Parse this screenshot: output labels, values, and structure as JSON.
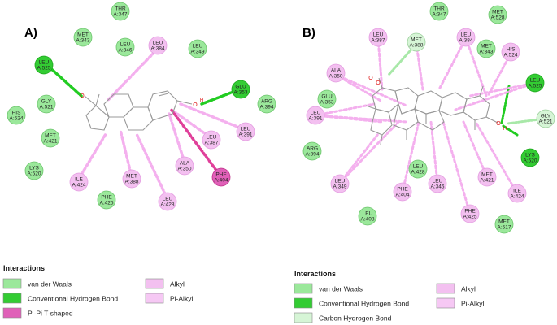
{
  "panels": [
    {
      "label": "A)",
      "residues": [
        {
          "id": "thr347",
          "l1": "THR",
          "l2": "A:347",
          "type": "vdw"
        },
        {
          "id": "met343",
          "l1": "MET",
          "l2": "A:343",
          "type": "vdw"
        },
        {
          "id": "leu346",
          "l1": "LEU",
          "l2": "A:346",
          "type": "vdw"
        },
        {
          "id": "leu384",
          "l1": "LEU",
          "l2": "A:384",
          "type": "alkyl"
        },
        {
          "id": "leu349",
          "l1": "LEU",
          "l2": "A:349",
          "type": "vdw"
        },
        {
          "id": "leu525",
          "l1": "LEU",
          "l2": "A:525",
          "type": "hbond"
        },
        {
          "id": "glu353",
          "l1": "GLU",
          "l2": "A:353",
          "type": "hbond"
        },
        {
          "id": "gly521",
          "l1": "GLY",
          "l2": "A:521",
          "type": "vdw"
        },
        {
          "id": "arg394",
          "l1": "ARG",
          "l2": "A:394",
          "type": "vdw"
        },
        {
          "id": "his524",
          "l1": "HIS",
          "l2": "A:524",
          "type": "vdw"
        },
        {
          "id": "met421",
          "l1": "MET",
          "l2": "A:421",
          "type": "vdw"
        },
        {
          "id": "leu387",
          "l1": "LEU",
          "l2": "A:387",
          "type": "alkyl"
        },
        {
          "id": "leu391",
          "l1": "LEU",
          "l2": "A:391",
          "type": "alkyl"
        },
        {
          "id": "lys520",
          "l1": "LYS",
          "l2": "A:520",
          "type": "vdw"
        },
        {
          "id": "ala350",
          "l1": "ALA",
          "l2": "A:350",
          "type": "alkyl"
        },
        {
          "id": "phe404",
          "l1": "PHE",
          "l2": "A:404",
          "type": "pipi"
        },
        {
          "id": "ile424",
          "l1": "ILE",
          "l2": "A:424",
          "type": "alkyl"
        },
        {
          "id": "met388",
          "l1": "MET",
          "l2": "A:388",
          "type": "alkyl"
        },
        {
          "id": "phe425",
          "l1": "PHE",
          "l2": "A:425",
          "type": "vdw"
        },
        {
          "id": "leu428",
          "l1": "LEU",
          "l2": "A:428",
          "type": "alkyl"
        }
      ],
      "atoms": {
        "o1": "O",
        "o2": "O",
        "h": "H"
      },
      "legend": {
        "title": "Interactions",
        "items": [
          {
            "label": "van der Waals",
            "type": "vdw"
          },
          {
            "label": "Conventional Hydrogen Bond",
            "type": "hbond"
          },
          {
            "label": "Pi-Pi T-shaped",
            "type": "pipi"
          },
          {
            "label": "Alkyl",
            "type": "alkyl"
          },
          {
            "label": "Pi-Alkyl",
            "type": "pialkyl"
          }
        ]
      }
    },
    {
      "label": "B)",
      "residues": [
        {
          "id": "thr347",
          "l1": "THR",
          "l2": "A:347",
          "type": "vdw"
        },
        {
          "id": "met528",
          "l1": "MET",
          "l2": "A:528",
          "type": "vdw"
        },
        {
          "id": "leu387",
          "l1": "LEU",
          "l2": "A:387",
          "type": "alkyl"
        },
        {
          "id": "met388",
          "l1": "MET",
          "l2": "A:388",
          "type": "ch"
        },
        {
          "id": "leu384",
          "l1": "LEU",
          "l2": "A:384",
          "type": "alkyl"
        },
        {
          "id": "met343",
          "l1": "MET",
          "l2": "A:343",
          "type": "vdw"
        },
        {
          "id": "his524",
          "l1": "HIS",
          "l2": "A:524",
          "type": "alkyl"
        },
        {
          "id": "ala350",
          "l1": "ALA",
          "l2": "A:350",
          "type": "alkyl"
        },
        {
          "id": "leu525",
          "l1": "LEU",
          "l2": "A:525",
          "type": "hbond"
        },
        {
          "id": "glu353",
          "l1": "GLU",
          "l2": "A:353",
          "type": "vdw"
        },
        {
          "id": "leu391",
          "l1": "LEU",
          "l2": "A:391",
          "type": "alkyl"
        },
        {
          "id": "gly521",
          "l1": "GLY",
          "l2": "A:521",
          "type": "ch"
        },
        {
          "id": "arg394",
          "l1": "ARG",
          "l2": "A:394",
          "type": "vdw"
        },
        {
          "id": "lys520",
          "l1": "LYS",
          "l2": "A:520",
          "type": "hbond"
        },
        {
          "id": "leu428",
          "l1": "LEU",
          "l2": "A:428",
          "type": "vdw"
        },
        {
          "id": "leu384b",
          "l1": "LEU",
          "l2": "A:384",
          "type": "alkyl"
        },
        {
          "id": "leu349",
          "l1": "LEU",
          "l2": "A:349",
          "type": "alkyl"
        },
        {
          "id": "phe404",
          "l1": "PHE",
          "l2": "A:404",
          "type": "alkyl"
        },
        {
          "id": "leu346",
          "l1": "LEU",
          "l2": "A:346",
          "type": "alkyl"
        },
        {
          "id": "met421",
          "l1": "MET",
          "l2": "A:421",
          "type": "alkyl"
        },
        {
          "id": "ile424",
          "l1": "ILE",
          "l2": "A:424",
          "type": "alkyl"
        },
        {
          "id": "phe425",
          "l1": "PHE",
          "l2": "A:425",
          "type": "alkyl"
        },
        {
          "id": "leu408",
          "l1": "LEU",
          "l2": "A:408",
          "type": "vdw"
        },
        {
          "id": "met517",
          "l1": "MET",
          "l2": "A:517",
          "type": "vdw"
        }
      ],
      "atoms": {
        "o1": "O",
        "o2": "O",
        "o3": "O",
        "h": "H"
      },
      "legend": {
        "title": "Interactions",
        "items": [
          {
            "label": "van der Waals",
            "type": "vdw"
          },
          {
            "label": "Conventional Hydrogen Bond",
            "type": "hbond"
          },
          {
            "label": "Carbon Hydrogen Bond",
            "type": "ch"
          },
          {
            "label": "Alkyl",
            "type": "alkyl"
          },
          {
            "label": "Pi-Alkyl",
            "type": "pialkyl"
          }
        ]
      }
    }
  ],
  "colors": {
    "vdw": "#9be89b",
    "hbond": "#33cc33",
    "pipi": "#e060b8",
    "alkyl": "#f3c0f0",
    "pialkyl": "#f6c8f4",
    "ch": "#d6f5d6",
    "alkyl_line": "#f4b0ee",
    "hbond_line": "#22cc22",
    "pipi_line": "#e0409a",
    "ch_line": "#a8e8a8",
    "bond": "#999999"
  }
}
